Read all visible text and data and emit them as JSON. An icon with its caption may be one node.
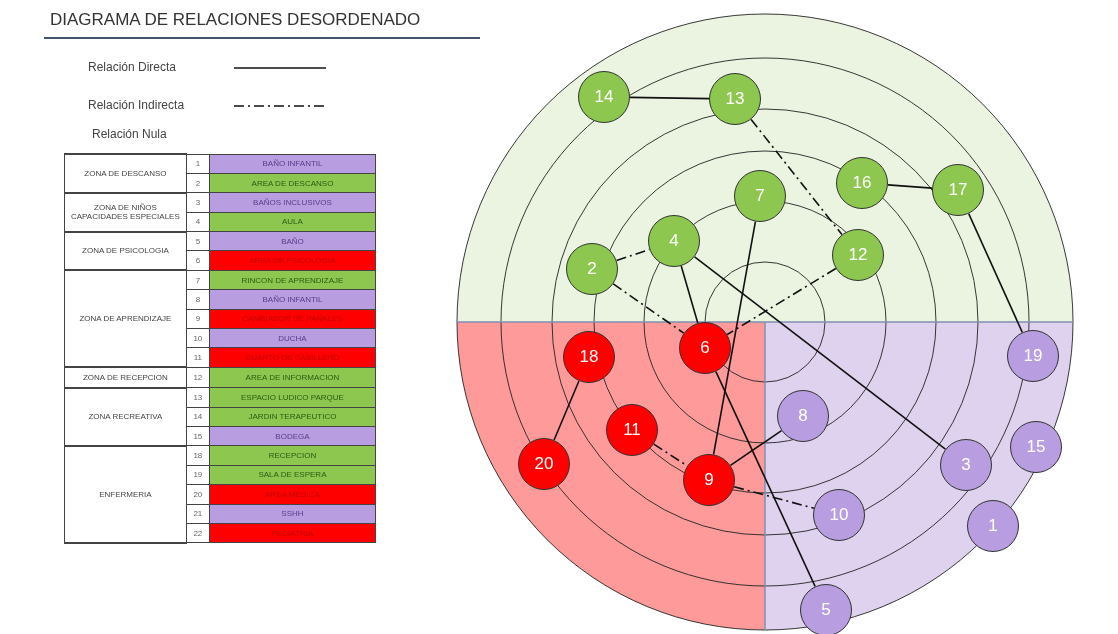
{
  "diagram": {
    "title": "DIAGRAMA DE RELACIONES DESORDENADO",
    "nodes": [
      {
        "text": [
          "14"
        ]
      },
      {
        "text": [
          "13"
        ]
      },
      {
        "text": [
          "16"
        ]
      },
      {
        "text": [
          "17"
        ]
      },
      {
        "text": [
          "7"
        ]
      },
      {
        "text": [
          "4"
        ]
      },
      {
        "text": [
          "12"
        ]
      },
      {
        "text": [
          "2"
        ]
      },
      {
        "text": [
          "6"
        ]
      },
      {
        "text": [
          "18"
        ]
      },
      {
        "text": [
          "19"
        ]
      },
      {
        "text": [
          "8"
        ]
      },
      {
        "text": [
          "15"
        ]
      },
      {
        "text": [
          "11"
        ]
      },
      {
        "text": [
          "3"
        ]
      },
      {
        "text": [
          "20"
        ]
      },
      {
        "text": [
          "9"
        ]
      },
      {
        "text": [
          "10"
        ]
      },
      {
        "text": [
          "1"
        ]
      },
      {
        "text": [
          "5"
        ]
      }
    ],
    "edges": [
      {
        "from": 0,
        "to": 1,
        "arrow": "none"
      },
      {
        "from": 1,
        "to": 6,
        "arrow": "none",
        "style": "dashed"
      },
      {
        "from": 2,
        "to": 3,
        "arrow": "none"
      },
      {
        "from": 3,
        "to": 10,
        "arrow": "none"
      },
      {
        "from": 7,
        "to": 5,
        "arrow": "none",
        "style": "dashed"
      },
      {
        "from": 7,
        "to": 8,
        "arrow": "none",
        "style": "dashed"
      },
      {
        "from": 5,
        "to": 8,
        "arrow": "none"
      },
      {
        "from": 5,
        "to": 14,
        "arrow": "none"
      },
      {
        "from": 4,
        "to": 16,
        "arrow": "none"
      },
      {
        "from": 6,
        "to": 8,
        "arrow": "none",
        "style": "dashed"
      },
      {
        "from": 8,
        "to": 19,
        "arrow": "none"
      },
      {
        "from": 9,
        "to": 15,
        "arrow": "none"
      },
      {
        "from": 13,
        "to": 16,
        "arrow": "none",
        "style": "dashed"
      },
      {
        "from": 11,
        "to": 16,
        "arrow": "none"
      },
      {
        "from": 16,
        "to": 17,
        "arrow": "none",
        "style": "dashed"
      }
    ],
    "labels": [
      "ZONA DE DESCANSO",
      "1",
      "BAÑO INFANTIL",
      "2",
      "AREA DE DESCANSO",
      "ZONA DE NIÑOS CAPACIDADES ESPECIALES",
      "3",
      "BAÑOS INCLUSIVOS",
      "4",
      "AULA",
      "ZONA DE PSICOLOGIA",
      "5",
      "BAÑO",
      "6",
      "AREA DE PSICOLOGIA",
      "ZONA DE APRENDIZAJE",
      "7",
      "RINCON DE APRENDIZAJE",
      "8",
      "BAÑO INFANTIL",
      "9",
      "CAMBIADOR DE PAÑALES",
      "10",
      "DUCHA",
      "11",
      "CUARTO DE CASILLERO",
      "ZONA DE RECEPCION",
      "12",
      "AREA DE INFORMACION",
      "ZONA RECREATIVA",
      "13",
      "ESPACIO LUDICO PARQUE",
      "14",
      "JARDIN TERAPEUTICO",
      "15",
      "BODEGA",
      "ENFERMERIA",
      "18",
      "RECEPCION",
      "19",
      "SALA DE ESPERA",
      "20",
      "AREA MEDICA",
      "21",
      "SSHH",
      "22",
      "PEDIATRIA"
    ],
    "legend": [
      {
        "text": "Relación Directa"
      },
      {
        "text": "Relación Indirecta"
      },
      {
        "text": "Relación Nula"
      }
    ]
  }
}
